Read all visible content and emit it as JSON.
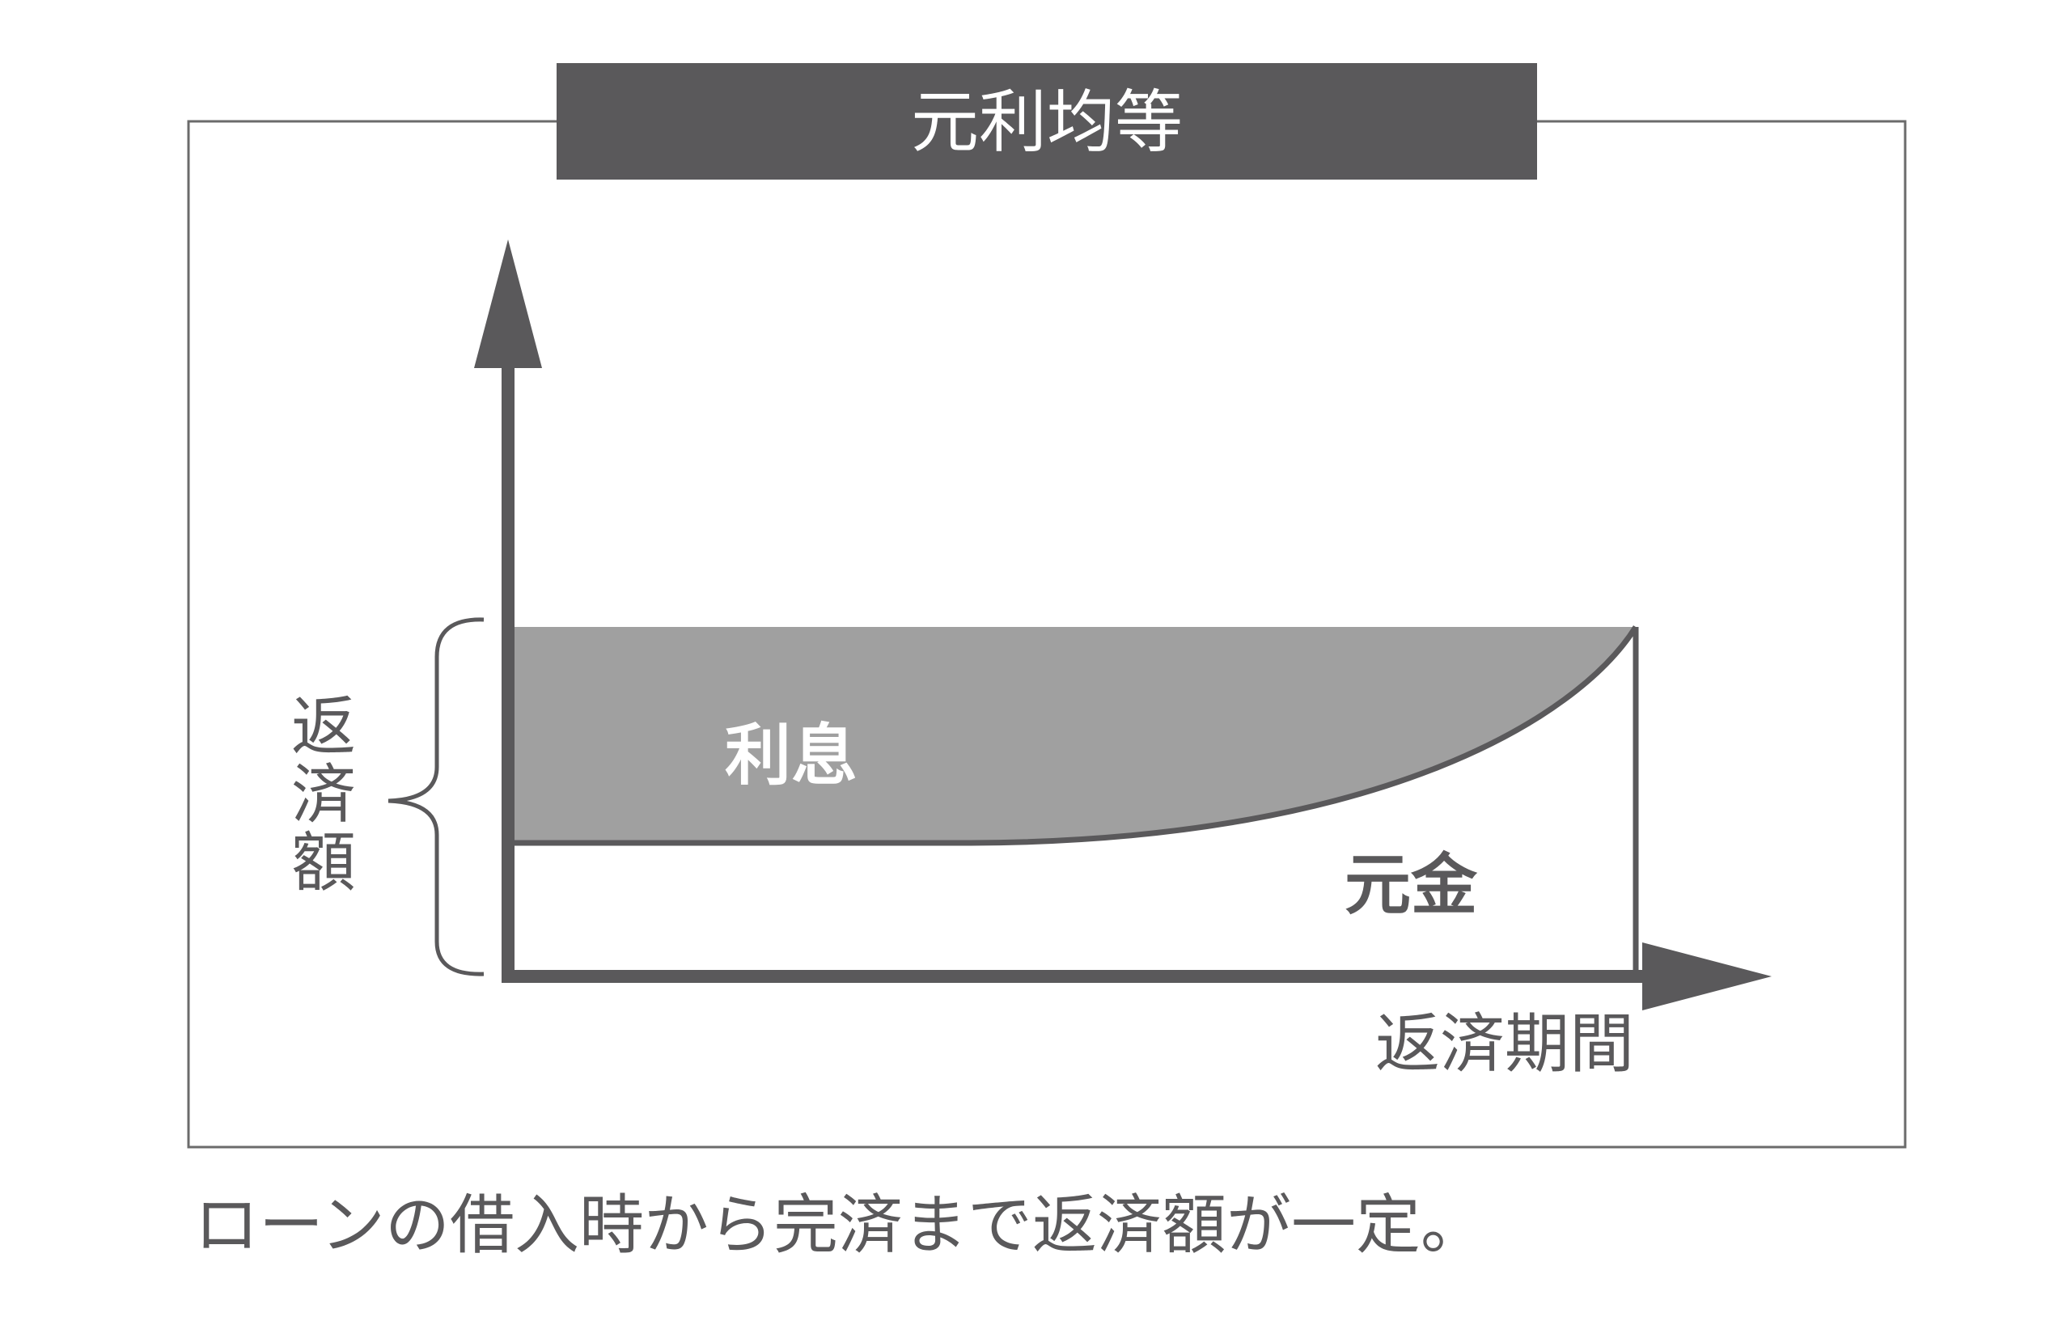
{
  "title": "元利均等",
  "labels": {
    "interest": "利息",
    "principal": "元金",
    "y_axis_chars": [
      "返",
      "済",
      "額"
    ],
    "x_axis": "返済期間"
  },
  "caption": "ローンの借入時から完済まで返済額が一定。",
  "colors": {
    "dark": "#5a595b",
    "interest_fill": "#a0a0a0",
    "frame": "#6b6b6b",
    "background": "#ffffff"
  }
}
